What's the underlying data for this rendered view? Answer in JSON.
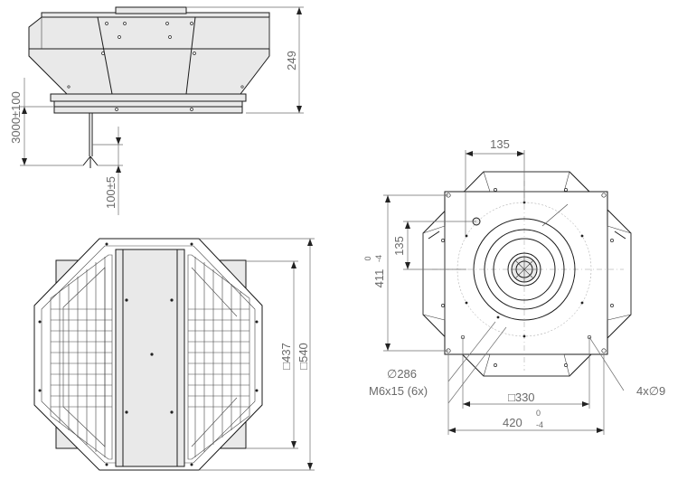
{
  "dimensions": {
    "height_249": "249",
    "cable_length": "3000±100",
    "cable_end": "100±5",
    "grid_437": "□437",
    "grid_540": "□540",
    "dim_135_top": "135",
    "dim_135_left": "135",
    "dim_411": "411",
    "tol_411_upper": "0",
    "tol_411_lower": "-4",
    "dia_286": "∅286",
    "thread": "M6x15 (6x)",
    "square_330": "□330",
    "dim_420": "420",
    "tol_420_upper": "0",
    "tol_420_lower": "-4",
    "holes": "4x∅9"
  }
}
